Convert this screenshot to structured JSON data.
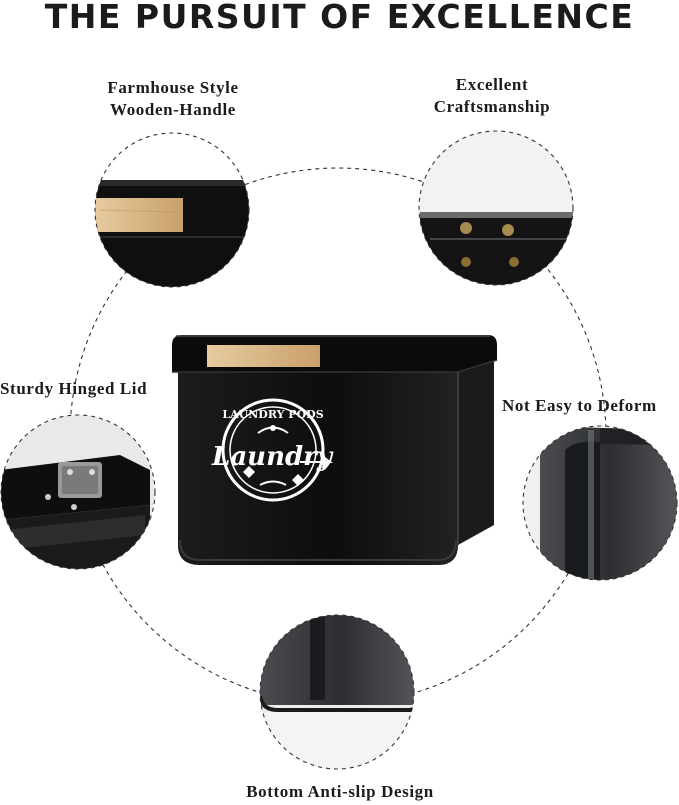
{
  "headline": "THE PURSUIT OF EXCELLENCE",
  "features": {
    "handle": {
      "line1": "Farmhouse Style",
      "line2": "Wooden-Handle"
    },
    "craft": {
      "line1": "Excellent",
      "line2": "Craftsmanship"
    },
    "lid": {
      "line1": "Sturdy Hinged Lid"
    },
    "deform": {
      "line1": "Not Easy to Deform"
    },
    "bottom": {
      "line1": "Bottom Anti-slip Design"
    }
  },
  "product": {
    "logo_top": "LAUNDRY PODS",
    "logo_main": "Laundry",
    "colors": {
      "body": "#121212",
      "wood": "#d9b98a",
      "accent": "#ffffff"
    }
  },
  "icons": [
    "wooden-handle-icon",
    "screws-icon",
    "hinge-icon",
    "corner-icon",
    "bottom-edge-icon"
  ]
}
